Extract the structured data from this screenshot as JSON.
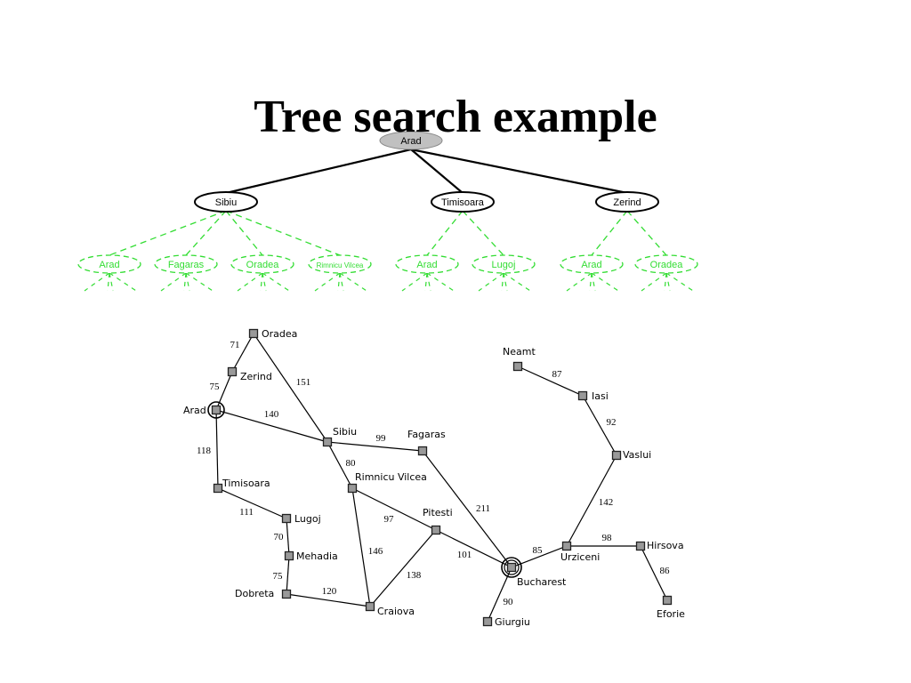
{
  "title": "Tree search example",
  "tree": {
    "root": "Arad",
    "level1": [
      "Sibiu",
      "Timisoara",
      "Zerind"
    ],
    "level2": [
      "Arad",
      "Fagaras",
      "Oradea",
      "Rimnicu Vilcea",
      "Arad",
      "Lugoj",
      "Arad",
      "Oradea"
    ]
  },
  "map": {
    "cities": [
      "Oradea",
      "Zerind",
      "Arad",
      "Timisoara",
      "Lugoj",
      "Mehadia",
      "Dobreta",
      "Sibiu",
      "Fagaras",
      "Rimnicu Vilcea",
      "Pitesti",
      "Craiova",
      "Bucharest",
      "Giurgiu",
      "Neamt",
      "Iasi",
      "Vaslui",
      "Urziceni",
      "Hirsova",
      "Eforie"
    ],
    "roads": [
      {
        "from": "Oradea",
        "to": "Zerind",
        "distance": "71"
      },
      {
        "from": "Zerind",
        "to": "Arad",
        "distance": "75"
      },
      {
        "from": "Oradea",
        "to": "Sibiu",
        "distance": "151"
      },
      {
        "from": "Arad",
        "to": "Sibiu",
        "distance": "140"
      },
      {
        "from": "Arad",
        "to": "Timisoara",
        "distance": "118"
      },
      {
        "from": "Timisoara",
        "to": "Lugoj",
        "distance": "111"
      },
      {
        "from": "Lugoj",
        "to": "Mehadia",
        "distance": "70"
      },
      {
        "from": "Mehadia",
        "to": "Dobreta",
        "distance": "75"
      },
      {
        "from": "Dobreta",
        "to": "Craiova",
        "distance": "120"
      },
      {
        "from": "Sibiu",
        "to": "Fagaras",
        "distance": "99"
      },
      {
        "from": "Sibiu",
        "to": "Rimnicu Vilcea",
        "distance": "80"
      },
      {
        "from": "Rimnicu Vilcea",
        "to": "Pitesti",
        "distance": "97"
      },
      {
        "from": "Rimnicu Vilcea",
        "to": "Craiova",
        "distance": "146"
      },
      {
        "from": "Craiova",
        "to": "Pitesti",
        "distance": "138"
      },
      {
        "from": "Fagaras",
        "to": "Bucharest",
        "distance": "211"
      },
      {
        "from": "Pitesti",
        "to": "Bucharest",
        "distance": "101"
      },
      {
        "from": "Bucharest",
        "to": "Giurgiu",
        "distance": "90"
      },
      {
        "from": "Bucharest",
        "to": "Urziceni",
        "distance": "85"
      },
      {
        "from": "Neamt",
        "to": "Iasi",
        "distance": "87"
      },
      {
        "from": "Iasi",
        "to": "Vaslui",
        "distance": "92"
      },
      {
        "from": "Vaslui",
        "to": "Urziceni",
        "distance": "142"
      },
      {
        "from": "Urziceni",
        "to": "Hirsova",
        "distance": "98"
      },
      {
        "from": "Hirsova",
        "to": "Eforie",
        "distance": "86"
      }
    ],
    "start": "Arad",
    "goal": "Bucharest"
  },
  "colors": {
    "root_fill": "#c0c0c0",
    "frontier": "#33dd33",
    "city_marker": "#999999",
    "stroke": "#000000"
  }
}
